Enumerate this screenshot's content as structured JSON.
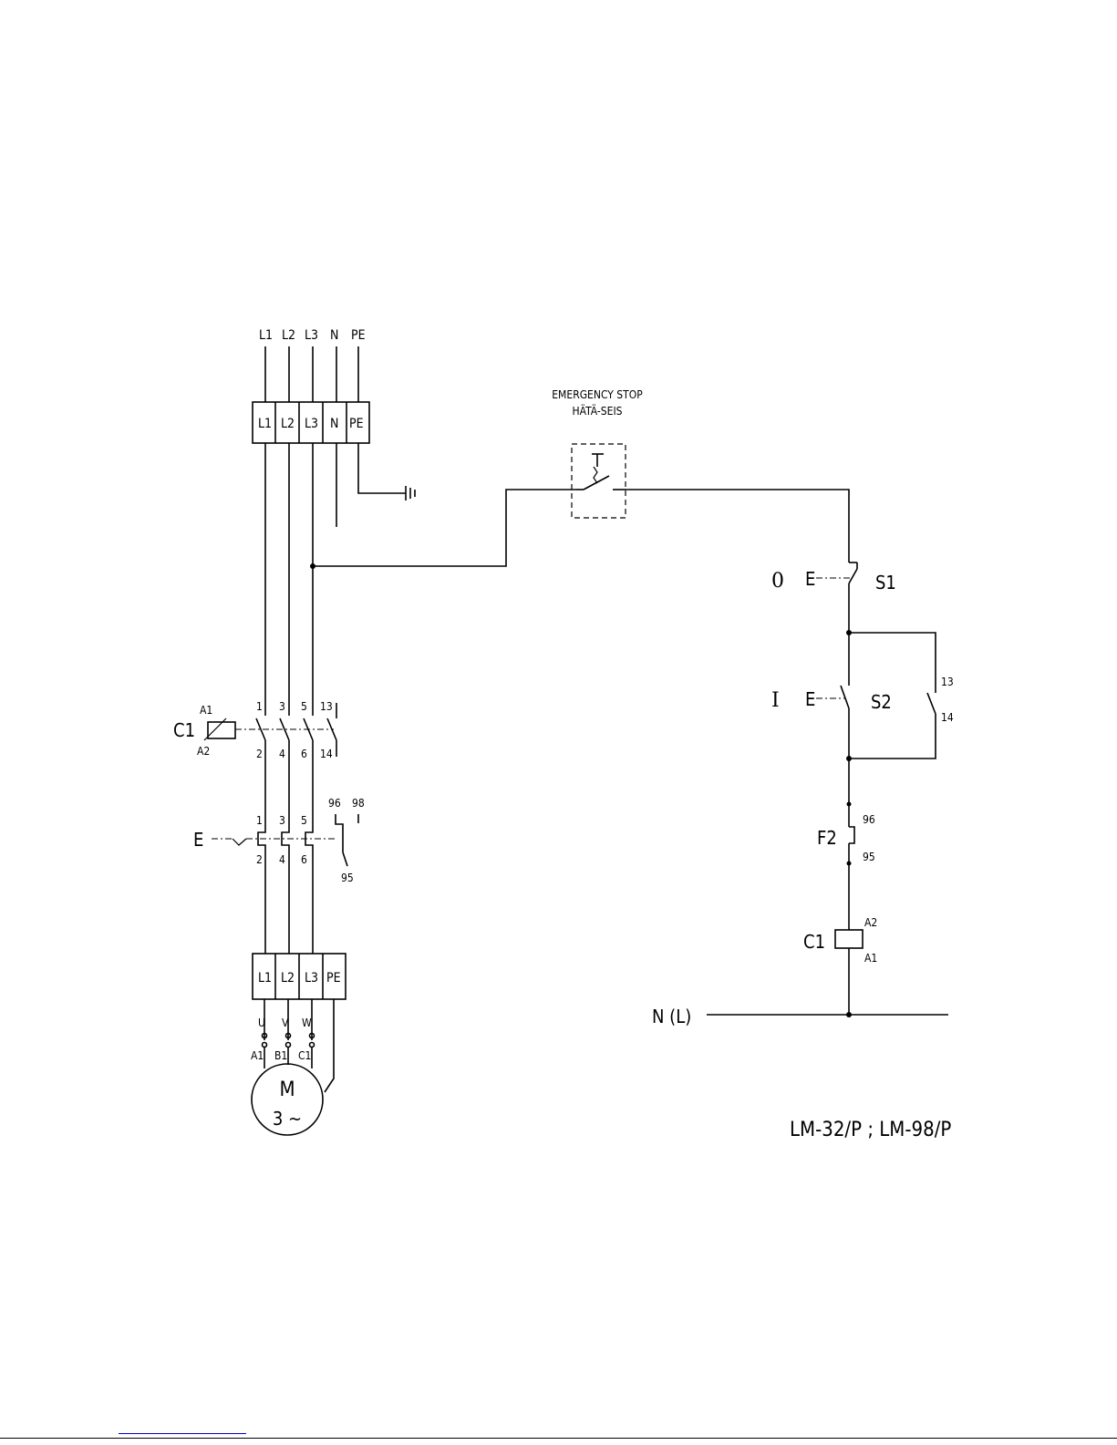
{
  "supply": {
    "labels": [
      "L1",
      "L2",
      "L3",
      "N",
      "PE"
    ],
    "terminals": [
      "L1",
      "L2",
      "L3",
      "N",
      "PE"
    ]
  },
  "emergency_stop": {
    "title": "EMERGENCY STOP",
    "subtitle": "HÄTÄ-SEIS"
  },
  "contactor_power": {
    "name": "C1",
    "coil_top": "A1",
    "coil_bottom": "A2",
    "top_numbers": [
      "1",
      "3",
      "5",
      "13"
    ],
    "bottom_numbers": [
      "2",
      "4",
      "6",
      "14"
    ]
  },
  "overload_relay": {
    "actuator": "E",
    "top_numbers": [
      "1",
      "3",
      "5"
    ],
    "bottom_numbers": [
      "2",
      "4",
      "6"
    ],
    "aux_top": [
      "96",
      "98"
    ],
    "aux_bottom": "95"
  },
  "motor_terminal": {
    "terminals": [
      "L1",
      "L2",
      "L3",
      "PE"
    ],
    "phase_labels": [
      "U",
      "V",
      "W"
    ],
    "winding_labels": [
      "A1",
      "B1",
      "C1"
    ]
  },
  "motor": {
    "letter": "M",
    "phase": "3 ~"
  },
  "control": {
    "s1_symbol": "0",
    "s1_actuator": "E",
    "s1_name": "S1",
    "s2_symbol": "I",
    "s2_actuator": "E",
    "s2_name": "S2",
    "aux_top": "13",
    "aux_bottom": "14",
    "f2_name": "F2",
    "f2_top": "96",
    "f2_bottom": "95",
    "coil_name": "C1",
    "coil_top": "A2",
    "coil_bottom": "A1",
    "neutral_label": "N (L)"
  },
  "model_label": "LM-32/P ; LM-98/P"
}
